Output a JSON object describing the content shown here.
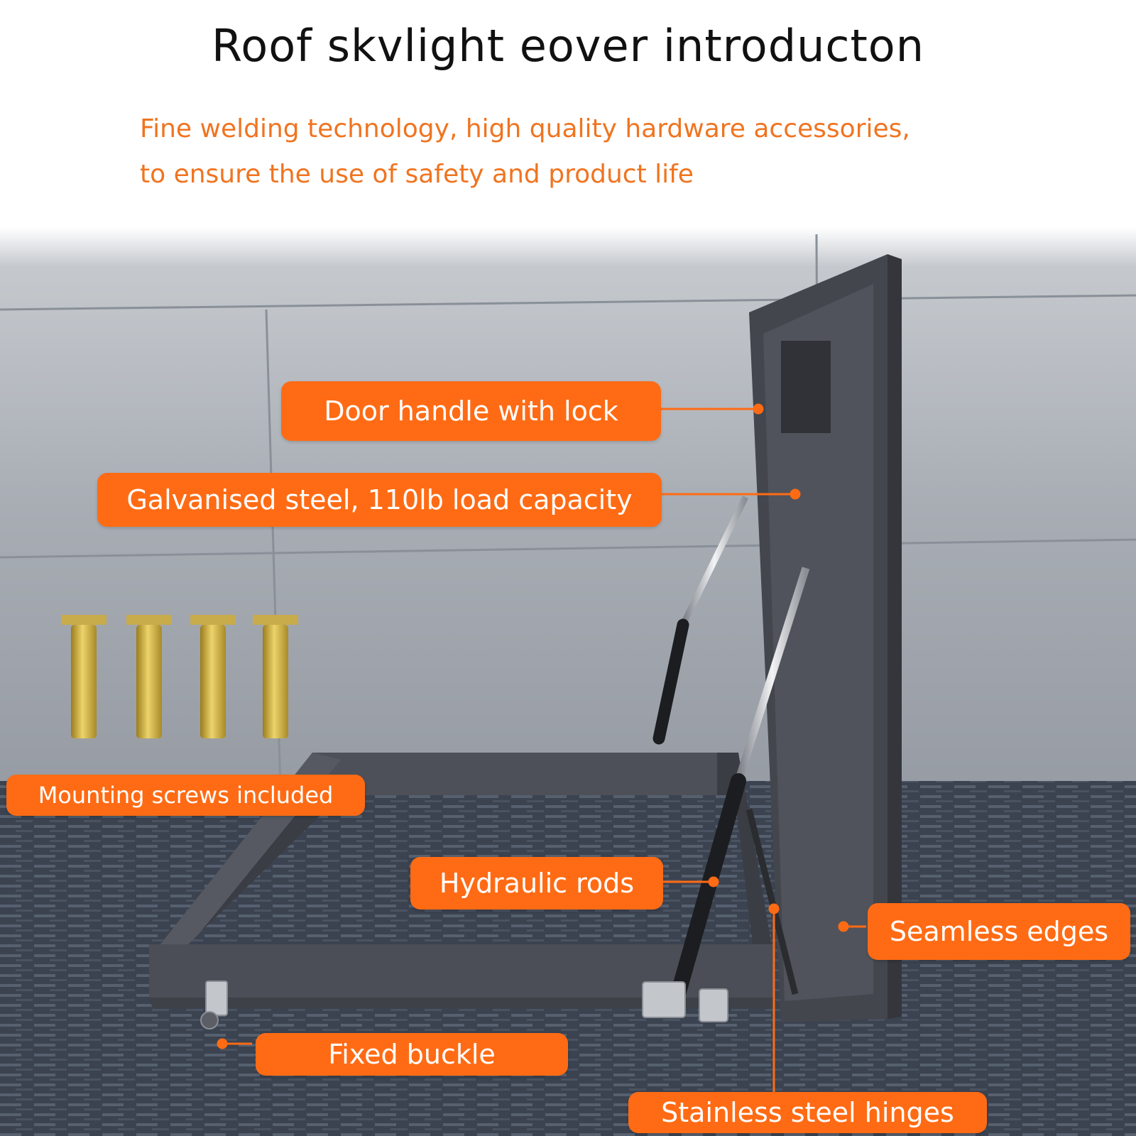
{
  "header": {
    "title": "Roof skvlight eover introducton",
    "subtitle_line1": "Fine welding technology, high quality hardware accessories,",
    "subtitle_line2": "to ensure the use of safety and product life"
  },
  "callouts": {
    "door_handle": "Door handle with lock",
    "galvanised_steel": "Galvanised steel, 110lb load capacity",
    "mounting_screws": "Mounting screws included",
    "hydraulic_rods": "Hydraulic rods",
    "seamless_edges": "Seamless edges",
    "fixed_buckle": "Fixed buckle",
    "stainless_hinges": "Stainless steel hinges"
  },
  "colors": {
    "accent": "#ff6b14",
    "subtitle_text": "#f07420",
    "frame": "#4a4d54",
    "wall": "#a9aeb5",
    "floor": "#3d4452"
  }
}
